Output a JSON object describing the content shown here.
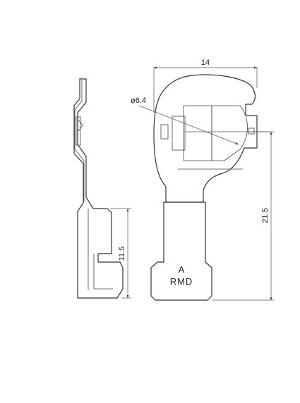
{
  "dimensions": {
    "width": "14",
    "height": "21.5",
    "side_height": "11.5",
    "hole": "ø6.4"
  },
  "marking": {
    "letter": "A",
    "brand": "RMD"
  }
}
